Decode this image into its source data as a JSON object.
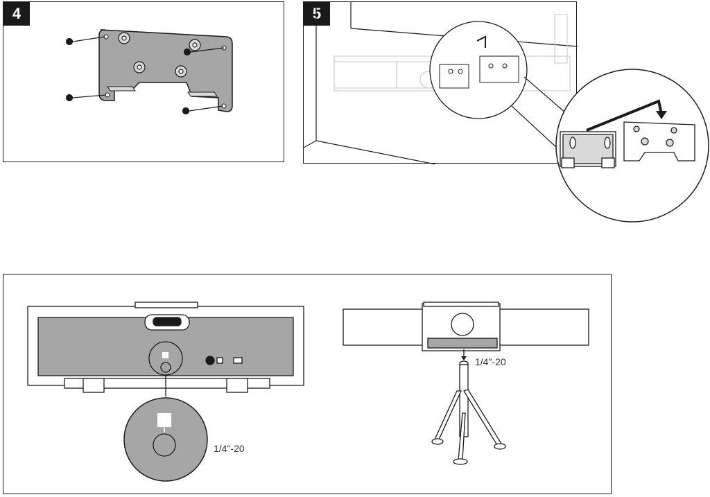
{
  "steps": {
    "step4": {
      "number": "4"
    },
    "step5": {
      "number": "5"
    }
  },
  "tripod_section": {
    "thread_label_detail": "1/4\"-20",
    "thread_label_tripod": "1/4\"-20"
  },
  "colors": {
    "ink": "#1a1a1a",
    "plate_gray": "#a6a6a6",
    "light_gray": "#d9d9d9",
    "faint_gray": "#cfcfcf"
  }
}
